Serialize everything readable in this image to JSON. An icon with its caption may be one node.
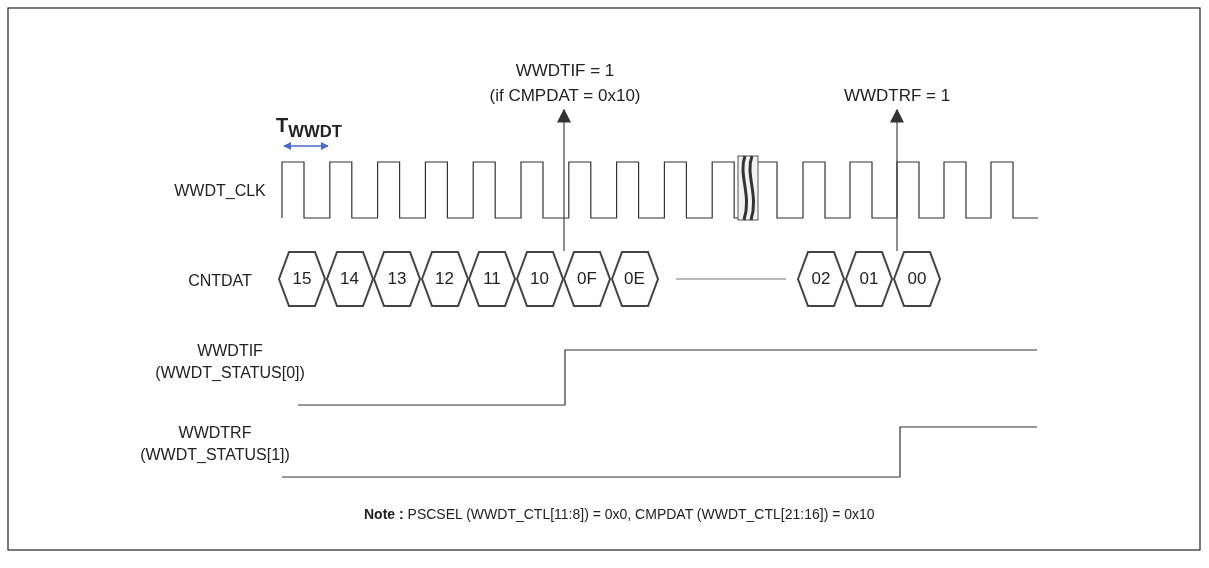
{
  "diagram": {
    "nodes": [
      {
        "text": [
          "WWDTIF = 1",
          "(if CMPDAT = 0x10)"
        ]
      },
      {
        "text": [
          "WWDTRF = 1"
        ]
      },
      {
        "text": [
          "15"
        ]
      },
      {
        "text": [
          "14"
        ]
      },
      {
        "text": [
          "13"
        ]
      },
      {
        "text": [
          "12"
        ]
      },
      {
        "text": [
          "11"
        ]
      },
      {
        "text": [
          "10"
        ]
      },
      {
        "text": [
          "0F"
        ]
      },
      {
        "text": [
          "0E"
        ]
      },
      {
        "text": [
          "02"
        ]
      },
      {
        "text": [
          "01"
        ]
      },
      {
        "text": [
          "00"
        ]
      }
    ],
    "edges": [
      {
        "from": 7,
        "to": 0,
        "arrow": "to"
      },
      {
        "from": 12,
        "to": 1,
        "arrow": "to"
      }
    ],
    "labels": [
      "T$_{WWDT}$",
      "WWDT_CLK",
      "CNTDAT",
      "WWDTIF (WWDT_STATUS[0])",
      "WWDTRF (WWDT_STATUS[1])",
      "**Note :** PSCSEL (WWDT_CTL[11:8]) = 0x0, CMPDAT (WWDT_CTL[21:16]) = 0x10"
    ]
  }
}
